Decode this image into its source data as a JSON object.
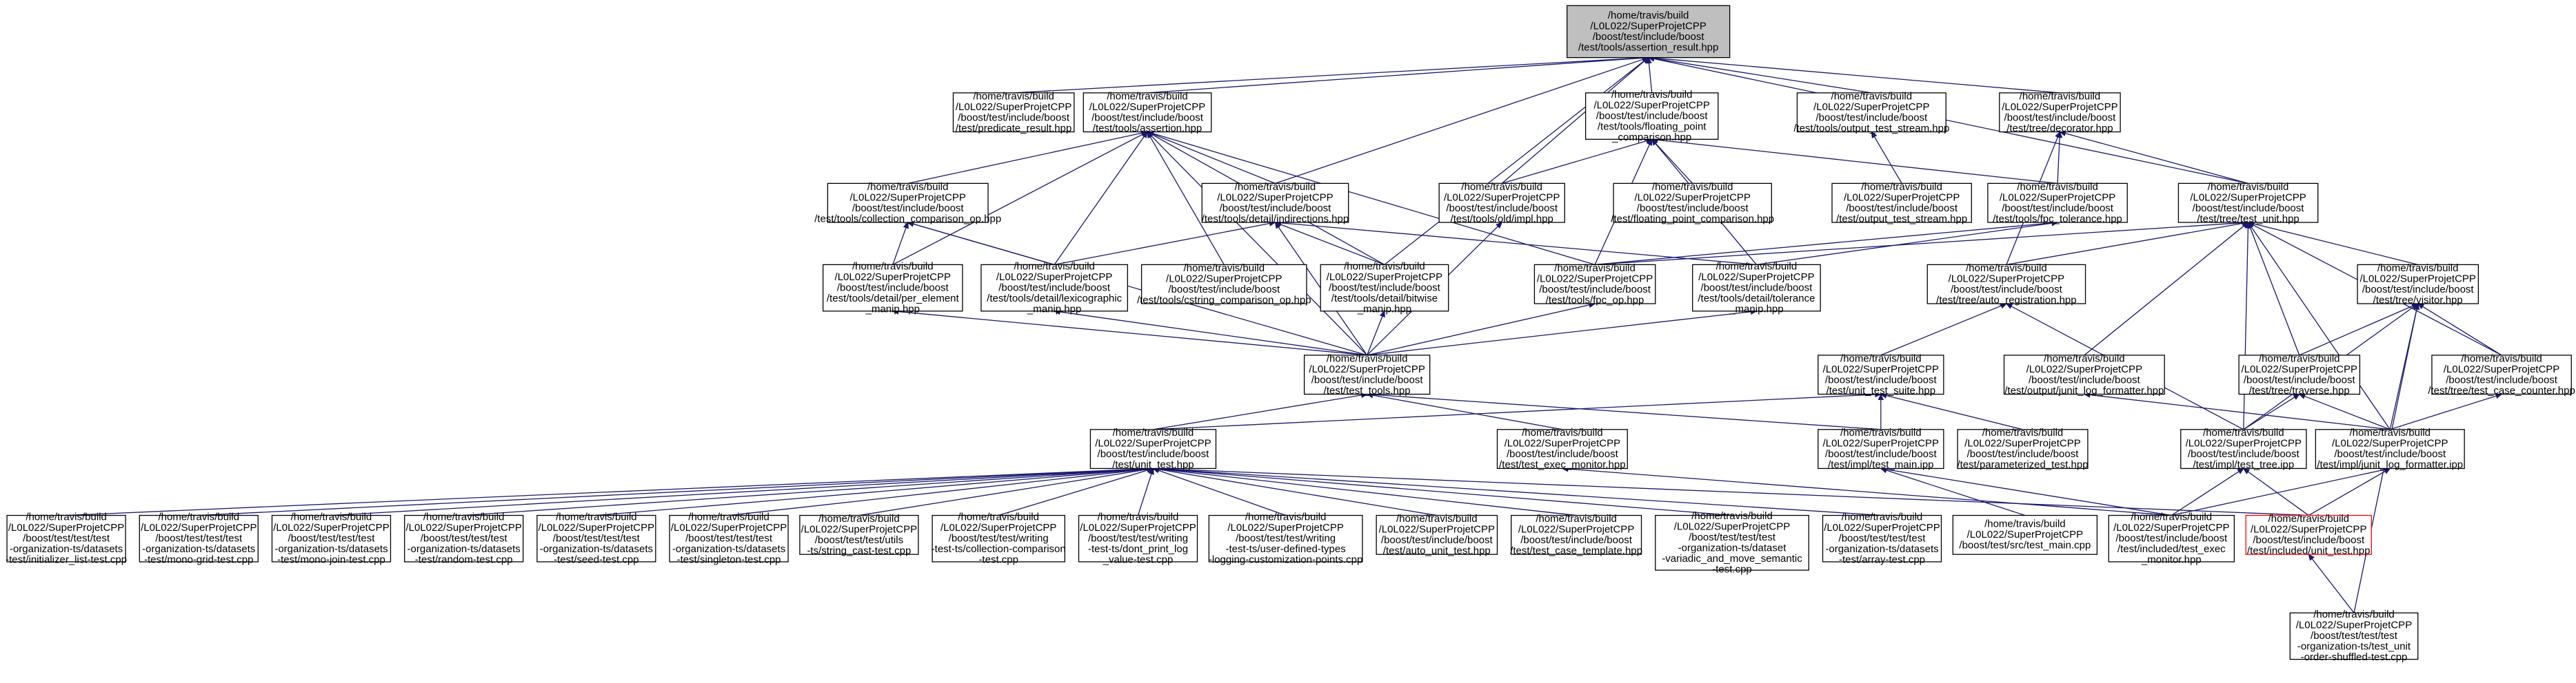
{
  "nodes": [
    {
      "id": "root",
      "lines": [
        "/home/travis/build",
        "/L0L022/SuperProjetCPP",
        "/boost/test/include/boost",
        "/test/tools/assertion_result.hpp"
      ],
      "style": "root"
    },
    {
      "id": "predicate_result",
      "lines": [
        "/home/travis/build",
        "/L0L022/SuperProjetCPP",
        "/boost/test/include/boost",
        "/test/predicate_result.hpp"
      ]
    },
    {
      "id": "assertion",
      "lines": [
        "/home/travis/build",
        "/L0L022/SuperProjetCPP",
        "/boost/test/include/boost",
        "/test/tools/assertion.hpp"
      ]
    },
    {
      "id": "floating_point_comparison",
      "lines": [
        "/home/travis/build",
        "/L0L022/SuperProjetCPP",
        "/boost/test/include/boost",
        "/test/tools/floating_point",
        "_comparison.hpp"
      ]
    },
    {
      "id": "output_test_stream_tools",
      "lines": [
        "/home/travis/build",
        "/L0L022/SuperProjetCPP",
        "/boost/test/include/boost",
        "/test/tools/output_test_stream.hpp"
      ]
    },
    {
      "id": "decorator",
      "lines": [
        "/home/travis/build",
        "/L0L022/SuperProjetCPP",
        "/boost/test/include/boost",
        "/test/tree/decorator.hpp"
      ]
    },
    {
      "id": "collection_comparison_op",
      "lines": [
        "/home/travis/build",
        "/L0L022/SuperProjetCPP",
        "/boost/test/include/boost",
        "/test/tools/collection_comparison_op.hpp"
      ]
    },
    {
      "id": "indirections",
      "lines": [
        "/home/travis/build",
        "/L0L022/SuperProjetCPP",
        "/boost/test/include/boost",
        "/test/tools/detail/indirections.hpp"
      ]
    },
    {
      "id": "old_impl",
      "lines": [
        "/home/travis/build",
        "/L0L022/SuperProjetCPP",
        "/boost/test/include/boost",
        "/test/tools/old/impl.hpp"
      ]
    },
    {
      "id": "floating_point_comparison_test",
      "lines": [
        "/home/travis/build",
        "/L0L022/SuperProjetCPP",
        "/boost/test/include/boost",
        "/test/floating_point_comparison.hpp"
      ]
    },
    {
      "id": "output_test_stream",
      "lines": [
        "/home/travis/build",
        "/L0L022/SuperProjetCPP",
        "/boost/test/include/boost",
        "/test/output_test_stream.hpp"
      ]
    },
    {
      "id": "fpc_tolerance",
      "lines": [
        "/home/travis/build",
        "/L0L022/SuperProjetCPP",
        "/boost/test/include/boost",
        "/test/tools/fpc_tolerance.hpp"
      ]
    },
    {
      "id": "test_unit",
      "lines": [
        "/home/travis/build",
        "/L0L022/SuperProjetCPP",
        "/boost/test/include/boost",
        "/test/tree/test_unit.hpp"
      ]
    },
    {
      "id": "per_element_manip",
      "lines": [
        "/home/travis/build",
        "/L0L022/SuperProjetCPP",
        "/boost/test/include/boost",
        "/test/tools/detail/per_element",
        "_manip.hpp"
      ]
    },
    {
      "id": "lexicographic_manip",
      "lines": [
        "/home/travis/build",
        "/L0L022/SuperProjetCPP",
        "/boost/test/include/boost",
        "/test/tools/detail/lexicographic",
        "_manip.hpp"
      ]
    },
    {
      "id": "cstring_comparison_op",
      "lines": [
        "/home/travis/build",
        "/L0L022/SuperProjetCPP",
        "/boost/test/include/boost",
        "/test/tools/cstring_comparison_op.hpp"
      ]
    },
    {
      "id": "bitwise_manip",
      "lines": [
        "/home/travis/build",
        "/L0L022/SuperProjetCPP",
        "/boost/test/include/boost",
        "/test/tools/detail/bitwise",
        "_manip.hpp"
      ]
    },
    {
      "id": "fpc_op",
      "lines": [
        "/home/travis/build",
        "/L0L022/SuperProjetCPP",
        "/boost/test/include/boost",
        "/test/tools/fpc_op.hpp"
      ]
    },
    {
      "id": "tolerance_manip",
      "lines": [
        "/home/travis/build",
        "/L0L022/SuperProjetCPP",
        "/boost/test/include/boost",
        "/test/tools/detail/tolerance",
        "_manip.hpp"
      ]
    },
    {
      "id": "auto_registration",
      "lines": [
        "/home/travis/build",
        "/L0L022/SuperProjetCPP",
        "/boost/test/include/boost",
        "/test/tree/auto_registration.hpp"
      ]
    },
    {
      "id": "visitor",
      "lines": [
        "/home/travis/build",
        "/L0L022/SuperProjetCPP",
        "/boost/test/include/boost",
        "/test/tree/visitor.hpp"
      ]
    },
    {
      "id": "test_tools",
      "lines": [
        "/home/travis/build",
        "/L0L022/SuperProjetCPP",
        "/boost/test/include/boost",
        "/test/test_tools.hpp"
      ]
    },
    {
      "id": "unit_test_suite",
      "lines": [
        "/home/travis/build",
        "/L0L022/SuperProjetCPP",
        "/boost/test/include/boost",
        "/test/unit_test_suite.hpp"
      ]
    },
    {
      "id": "junit_log_formatter_hpp",
      "lines": [
        "/home/travis/build",
        "/L0L022/SuperProjetCPP",
        "/boost/test/include/boost",
        "/test/output/junit_log_formatter.hpp"
      ]
    },
    {
      "id": "traverse",
      "lines": [
        "/home/travis/build",
        "/L0L022/SuperProjetCPP",
        "/boost/test/include/boost",
        "/test/tree/traverse.hpp"
      ]
    },
    {
      "id": "test_case_counter",
      "lines": [
        "/home/travis/build",
        "/L0L022/SuperProjetCPP",
        "/boost/test/include/boost",
        "/test/tree/test_case_counter.hpp"
      ]
    },
    {
      "id": "unit_test",
      "lines": [
        "/home/travis/build",
        "/L0L022/SuperProjetCPP",
        "/boost/test/include/boost",
        "/test/unit_test.hpp"
      ]
    },
    {
      "id": "test_exec_monitor_hpp",
      "lines": [
        "/home/travis/build",
        "/L0L022/SuperProjetCPP",
        "/boost/test/include/boost",
        "/test/test_exec_monitor.hpp"
      ]
    },
    {
      "id": "test_main_ipp",
      "lines": [
        "/home/travis/build",
        "/L0L022/SuperProjetCPP",
        "/boost/test/include/boost",
        "/test/impl/test_main.ipp"
      ]
    },
    {
      "id": "parameterized_test",
      "lines": [
        "/home/travis/build",
        "/L0L022/SuperProjetCPP",
        "/boost/test/include/boost",
        "/test/parameterized_test.hpp"
      ]
    },
    {
      "id": "test_tree_ipp",
      "lines": [
        "/home/travis/build",
        "/L0L022/SuperProjetCPP",
        "/boost/test/include/boost",
        "/test/impl/test_tree.ipp"
      ]
    },
    {
      "id": "junit_log_formatter_ipp",
      "lines": [
        "/home/travis/build",
        "/L0L022/SuperProjetCPP",
        "/boost/test/include/boost",
        "/test/impl/junit_log_formatter.ipp"
      ]
    },
    {
      "id": "initializer_list_test",
      "lines": [
        "/home/travis/build",
        "/L0L022/SuperProjetCPP",
        "/boost/test/test/test",
        "-organization-ts/datasets",
        "-test/initializer_list-test.cpp"
      ]
    },
    {
      "id": "mono_grid_test",
      "lines": [
        "/home/travis/build",
        "/L0L022/SuperProjetCPP",
        "/boost/test/test/test",
        "-organization-ts/datasets",
        "-test/mono-grid-test.cpp"
      ]
    },
    {
      "id": "mono_join_test",
      "lines": [
        "/home/travis/build",
        "/L0L022/SuperProjetCPP",
        "/boost/test/test/test",
        "-organization-ts/datasets",
        "-test/mono-join-test.cpp"
      ]
    },
    {
      "id": "random_test",
      "lines": [
        "/home/travis/build",
        "/L0L022/SuperProjetCPP",
        "/boost/test/test/test",
        "-organization-ts/datasets",
        "-test/random-test.cpp"
      ]
    },
    {
      "id": "seed_test",
      "lines": [
        "/home/travis/build",
        "/L0L022/SuperProjetCPP",
        "/boost/test/test/test",
        "-organization-ts/datasets",
        "-test/seed-test.cpp"
      ]
    },
    {
      "id": "singleton_test",
      "lines": [
        "/home/travis/build",
        "/L0L022/SuperProjetCPP",
        "/boost/test/test/test",
        "-organization-ts/datasets",
        "-test/singleton-test.cpp"
      ]
    },
    {
      "id": "string_cast_test",
      "lines": [
        "/home/travis/build",
        "/L0L022/SuperProjetCPP",
        "/boost/test/test/utils",
        "-ts/string_cast-test.cpp"
      ]
    },
    {
      "id": "collection_comparison_test",
      "lines": [
        "/home/travis/build",
        "/L0L022/SuperProjetCPP",
        "/boost/test/test/writing",
        "-test-ts/collection-comparison",
        "-test.cpp"
      ]
    },
    {
      "id": "test_dont_print",
      "lines": [
        "/home/travis/build",
        "/L0L022/SuperProjetCPP",
        "/boost/test/test/writing",
        "-test-ts/dont_print_log",
        "_value-test.cpp"
      ]
    },
    {
      "id": "user_defined_types",
      "lines": [
        "/home/travis/build",
        "/L0L022/SuperProjetCPP",
        "/boost/test/test/writing",
        "-test-ts/user-defined-types",
        "-logging-customization-points.cpp"
      ]
    },
    {
      "id": "auto_unit_test",
      "lines": [
        "/home/travis/build",
        "/L0L022/SuperProjetCPP",
        "/boost/test/include/boost",
        "/test/auto_unit_test.hpp"
      ]
    },
    {
      "id": "test_case_template",
      "lines": [
        "/home/travis/build",
        "/L0L022/SuperProjetCPP",
        "/boost/test/include/boost",
        "/test/test_case_template.hpp"
      ]
    },
    {
      "id": "variadic_and_move",
      "lines": [
        "/home/travis/build",
        "/L0L022/SuperProjetCPP",
        "/boost/test/test/test",
        "-organization-ts/dataset",
        "-variadic_and_move_semantic",
        "-test.cpp"
      ]
    },
    {
      "id": "array_test",
      "lines": [
        "/home/travis/build",
        "/L0L022/SuperProjetCPP",
        "/boost/test/test/test",
        "-organization-ts/datasets",
        "-test/array-test.cpp"
      ]
    },
    {
      "id": "test_main_cpp",
      "lines": [
        "/home/travis/build",
        "/L0L022/SuperProjetCPP",
        "/boost/test/src/test_main.cpp"
      ]
    },
    {
      "id": "test_exec_monitor_included",
      "lines": [
        "/home/travis/build",
        "/L0L022/SuperProjetCPP",
        "/boost/test/include/boost",
        "/test/included/test_exec",
        "_monitor.hpp"
      ]
    },
    {
      "id": "unit_test_included",
      "lines": [
        "/home/travis/build",
        "/L0L022/SuperProjetCPP",
        "/boost/test/include/boost",
        "/test/included/unit_test.hpp"
      ],
      "style": "focus"
    },
    {
      "id": "test_unit_order_shuffled",
      "lines": [
        "/home/travis/build",
        "/L0L022/SuperProjetCPP",
        "/boost/test/test/test",
        "-organization-ts/test_unit",
        "-order-shuffled-test.cpp"
      ]
    }
  ],
  "edges": [
    [
      "predicate_result",
      "root"
    ],
    [
      "assertion",
      "root"
    ],
    [
      "floating_point_comparison",
      "root"
    ],
    [
      "output_test_stream_tools",
      "root"
    ],
    [
      "decorator",
      "root"
    ],
    [
      "test_unit",
      "root"
    ],
    [
      "indirections",
      "root"
    ],
    [
      "old_impl",
      "root"
    ],
    [
      "bitwise_manip",
      "root"
    ],
    [
      "collection_comparison_op",
      "assertion"
    ],
    [
      "indirections",
      "assertion"
    ],
    [
      "per_element_manip",
      "assertion"
    ],
    [
      "lexicographic_manip",
      "assertion"
    ],
    [
      "cstring_comparison_op",
      "assertion"
    ],
    [
      "bitwise_manip",
      "assertion"
    ],
    [
      "fpc_op",
      "assertion"
    ],
    [
      "test_tools",
      "assertion"
    ],
    [
      "old_impl",
      "floating_point_comparison"
    ],
    [
      "floating_point_comparison_test",
      "floating_point_comparison"
    ],
    [
      "fpc_op",
      "floating_point_comparison"
    ],
    [
      "tolerance_manip",
      "floating_point_comparison"
    ],
    [
      "fpc_tolerance",
      "floating_point_comparison"
    ],
    [
      "output_test_stream",
      "output_test_stream_tools"
    ],
    [
      "fpc_tolerance",
      "decorator"
    ],
    [
      "test_unit",
      "decorator"
    ],
    [
      "auto_registration",
      "decorator"
    ],
    [
      "per_element_manip",
      "collection_comparison_op"
    ],
    [
      "lexicographic_manip",
      "collection_comparison_op"
    ],
    [
      "test_tools",
      "collection_comparison_op"
    ],
    [
      "lexicographic_manip",
      "indirections"
    ],
    [
      "bitwise_manip",
      "indirections"
    ],
    [
      "tolerance_manip",
      "indirections"
    ],
    [
      "test_tools",
      "indirections"
    ],
    [
      "test_tools",
      "old_impl"
    ],
    [
      "fpc_op",
      "fpc_tolerance"
    ],
    [
      "tolerance_manip",
      "fpc_tolerance"
    ],
    [
      "auto_registration",
      "test_unit"
    ],
    [
      "visitor",
      "test_unit"
    ],
    [
      "traverse",
      "test_unit"
    ],
    [
      "junit_log_formatter_hpp",
      "test_unit"
    ],
    [
      "test_case_counter",
      "test_unit"
    ],
    [
      "test_tree_ipp",
      "test_unit"
    ],
    [
      "junit_log_formatter_ipp",
      "test_unit"
    ],
    [
      "fpc_op",
      "test_unit"
    ],
    [
      "test_tools",
      "per_element_manip"
    ],
    [
      "test_tools",
      "lexicographic_manip"
    ],
    [
      "test_tools",
      "bitwise_manip"
    ],
    [
      "test_tools",
      "fpc_op"
    ],
    [
      "test_tools",
      "tolerance_manip"
    ],
    [
      "unit_test_suite",
      "auto_registration"
    ],
    [
      "test_tree_ipp",
      "auto_registration"
    ],
    [
      "traverse",
      "visitor"
    ],
    [
      "test_case_counter",
      "visitor"
    ],
    [
      "test_tree_ipp",
      "visitor"
    ],
    [
      "junit_log_formatter_ipp",
      "visitor"
    ],
    [
      "test_unit_order_shuffled",
      "visitor"
    ],
    [
      "unit_test",
      "test_tools"
    ],
    [
      "test_exec_monitor_hpp",
      "test_tools"
    ],
    [
      "test_main_ipp",
      "test_tools"
    ],
    [
      "unit_test",
      "unit_test_suite"
    ],
    [
      "test_main_ipp",
      "unit_test_suite"
    ],
    [
      "parameterized_test",
      "unit_test_suite"
    ],
    [
      "junit_log_formatter_ipp",
      "junit_log_formatter_hpp"
    ],
    [
      "test_tree_ipp",
      "traverse"
    ],
    [
      "junit_log_formatter_ipp",
      "traverse"
    ],
    [
      "junit_log_formatter_ipp",
      "test_case_counter"
    ],
    [
      "initializer_list_test",
      "unit_test"
    ],
    [
      "mono_grid_test",
      "unit_test"
    ],
    [
      "mono_join_test",
      "unit_test"
    ],
    [
      "random_test",
      "unit_test"
    ],
    [
      "seed_test",
      "unit_test"
    ],
    [
      "singleton_test",
      "unit_test"
    ],
    [
      "string_cast_test",
      "unit_test"
    ],
    [
      "collection_comparison_test",
      "unit_test"
    ],
    [
      "test_dont_print",
      "unit_test"
    ],
    [
      "user_defined_types",
      "unit_test"
    ],
    [
      "auto_unit_test",
      "unit_test"
    ],
    [
      "test_case_template",
      "unit_test"
    ],
    [
      "variadic_and_move",
      "unit_test"
    ],
    [
      "array_test",
      "unit_test"
    ],
    [
      "unit_test_included",
      "unit_test"
    ],
    [
      "test_exec_monitor_included",
      "test_exec_monitor_hpp"
    ],
    [
      "test_main_cpp",
      "test_main_ipp"
    ],
    [
      "test_exec_monitor_included",
      "test_main_ipp"
    ],
    [
      "test_exec_monitor_included",
      "test_tree_ipp"
    ],
    [
      "unit_test_included",
      "test_tree_ipp"
    ],
    [
      "test_exec_monitor_included",
      "junit_log_formatter_ipp"
    ],
    [
      "unit_test_included",
      "junit_log_formatter_ipp"
    ],
    [
      "test_unit_order_shuffled",
      "unit_test_included"
    ]
  ]
}
